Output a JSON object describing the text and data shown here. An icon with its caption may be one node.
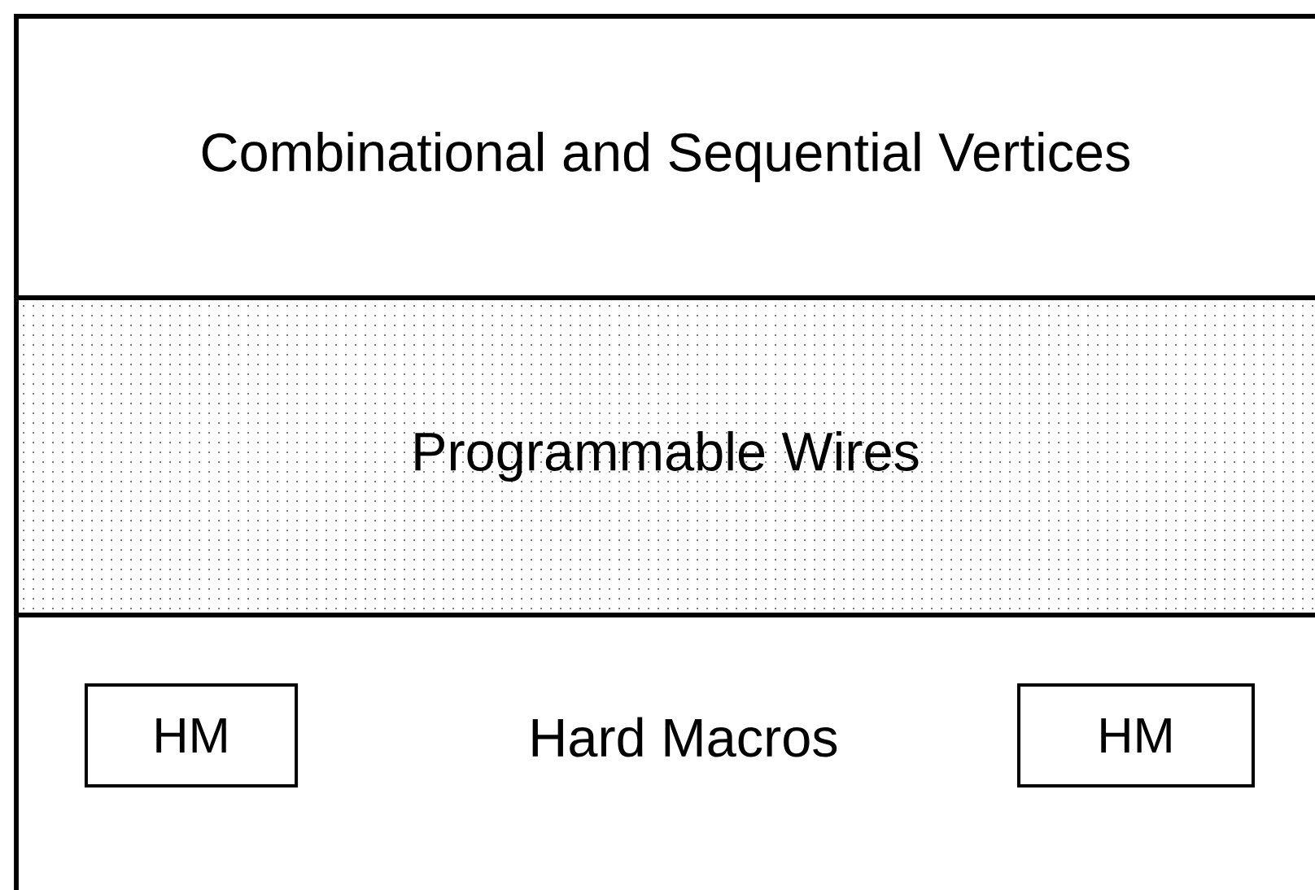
{
  "diagram": {
    "nodes": [
      {
        "text": [
          "Combinational and Sequential Vertices"
        ]
      },
      {
        "text": [
          "Programmable Wires"
        ]
      },
      {
        "text": [
          "Hard Macros"
        ]
      },
      {
        "text": [
          "HM"
        ],
        "in": 2
      },
      {
        "text": [
          "HM"
        ],
        "in": 2
      }
    ]
  }
}
